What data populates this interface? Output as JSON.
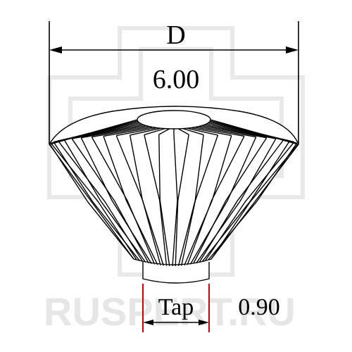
{
  "dimensions": {
    "top_label": "D",
    "top_value": "6.00",
    "bottom_label": "Tap",
    "bottom_value": "0.90"
  },
  "watermark": {
    "text": "RUSPERT.RU"
  },
  "colors": {
    "line": "#000000",
    "tap_marker": "#cc0000",
    "watermark": "#e6e6e6"
  }
}
